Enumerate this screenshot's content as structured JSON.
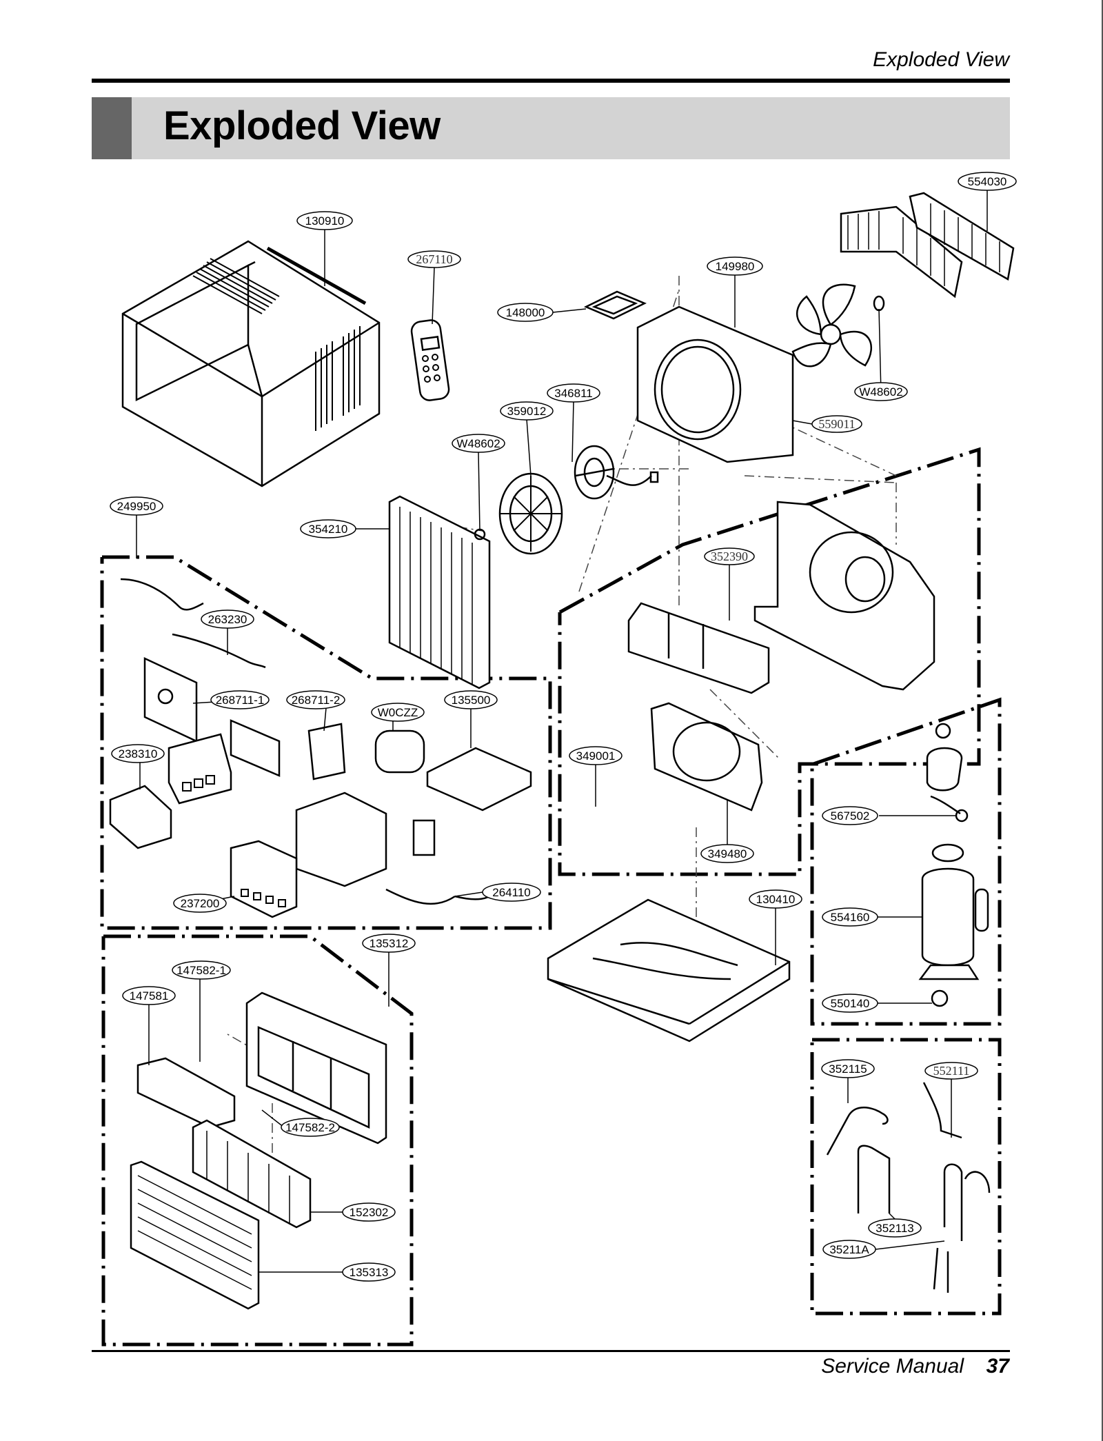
{
  "header": {
    "running_title": "Exploded View"
  },
  "title": "Exploded View",
  "footer": {
    "label": "Service Manual",
    "page": "37"
  },
  "parts": [
    "554030",
    "130910",
    "267110",
    "149980",
    "148000",
    "W48602",
    "346811",
    "359012",
    "559011",
    "W48602",
    "249950",
    "354210",
    "352390",
    "263230",
    "268711-1",
    "268711-2",
    "W0CZZ",
    "135500",
    "238310",
    "349001",
    "567502",
    "349480",
    "264110",
    "130410",
    "237200",
    "554160",
    "135312",
    "147582-1",
    "550140",
    "147581",
    "352115",
    "552111",
    "147582-2",
    "152302",
    "352113",
    "35211A",
    "135313"
  ]
}
